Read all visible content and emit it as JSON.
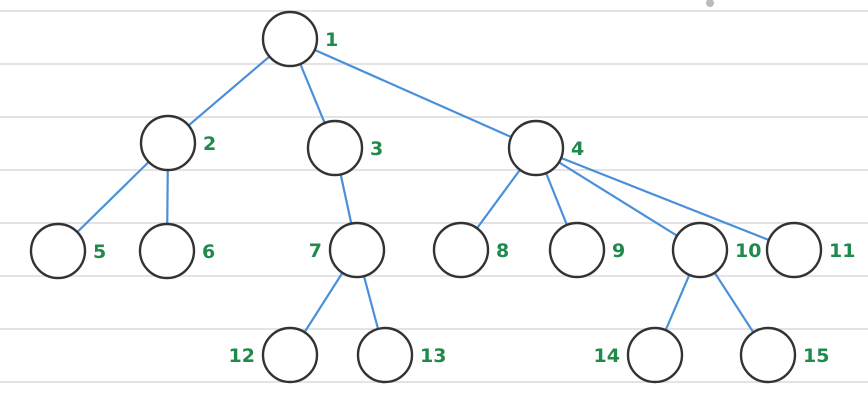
{
  "nodes": [
    {
      "id": "1",
      "label": "1"
    },
    {
      "id": "2",
      "label": "2"
    },
    {
      "id": "3",
      "label": "3"
    },
    {
      "id": "4",
      "label": "4"
    },
    {
      "id": "5",
      "label": "5"
    },
    {
      "id": "6",
      "label": "6"
    },
    {
      "id": "7",
      "label": "7"
    },
    {
      "id": "8",
      "label": "8"
    },
    {
      "id": "9",
      "label": "9"
    },
    {
      "id": "10",
      "label": "10"
    },
    {
      "id": "11",
      "label": "11"
    },
    {
      "id": "12",
      "label": "12"
    },
    {
      "id": "13",
      "label": "13"
    },
    {
      "id": "14",
      "label": "14"
    },
    {
      "id": "15",
      "label": "15"
    }
  ],
  "edges": [
    [
      "1",
      "2"
    ],
    [
      "1",
      "3"
    ],
    [
      "1",
      "4"
    ],
    [
      "2",
      "5"
    ],
    [
      "2",
      "6"
    ],
    [
      "3",
      "7"
    ],
    [
      "4",
      "8"
    ],
    [
      "4",
      "9"
    ],
    [
      "4",
      "10"
    ],
    [
      "4",
      "11"
    ],
    [
      "7",
      "12"
    ],
    [
      "7",
      "13"
    ],
    [
      "10",
      "14"
    ],
    [
      "10",
      "15"
    ]
  ],
  "colors": {
    "edge": "#4a90d9",
    "label": "#1f8a4c",
    "node_stroke": "#333333",
    "rule": "#e3e3e6"
  }
}
